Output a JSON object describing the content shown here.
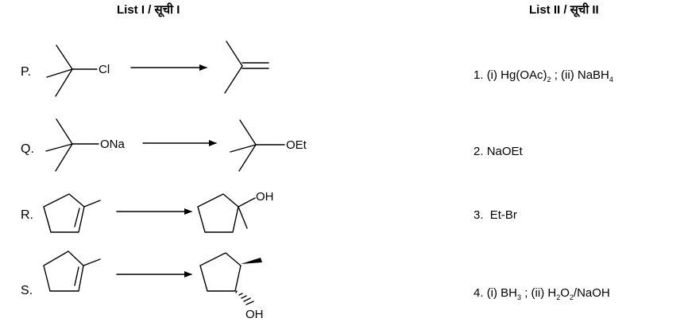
{
  "headers": {
    "list1": "List I / सूची I",
    "list2": "List II / सूची II"
  },
  "rows": [
    {
      "label": "P.",
      "reactant_group": "Cl"
    },
    {
      "label": "Q.",
      "reactant_group": "ONa",
      "product_group": "OEt"
    },
    {
      "label": "R.",
      "product_group": "OH"
    },
    {
      "label": "S.",
      "product_group": "OH"
    }
  ],
  "list2": [
    {
      "number": "1.",
      "parts": [
        "(i) Hg(OAc)",
        "2",
        " ; (ii) NaBH",
        "4"
      ]
    },
    {
      "number": "2.",
      "text": "NaOEt"
    },
    {
      "number": "3.",
      "text": "Et-Br"
    },
    {
      "number": "4.",
      "parts": [
        "(i) BH",
        "3",
        " ; (ii) H",
        "2",
        "O",
        "2",
        "/NaOH"
      ]
    }
  ]
}
